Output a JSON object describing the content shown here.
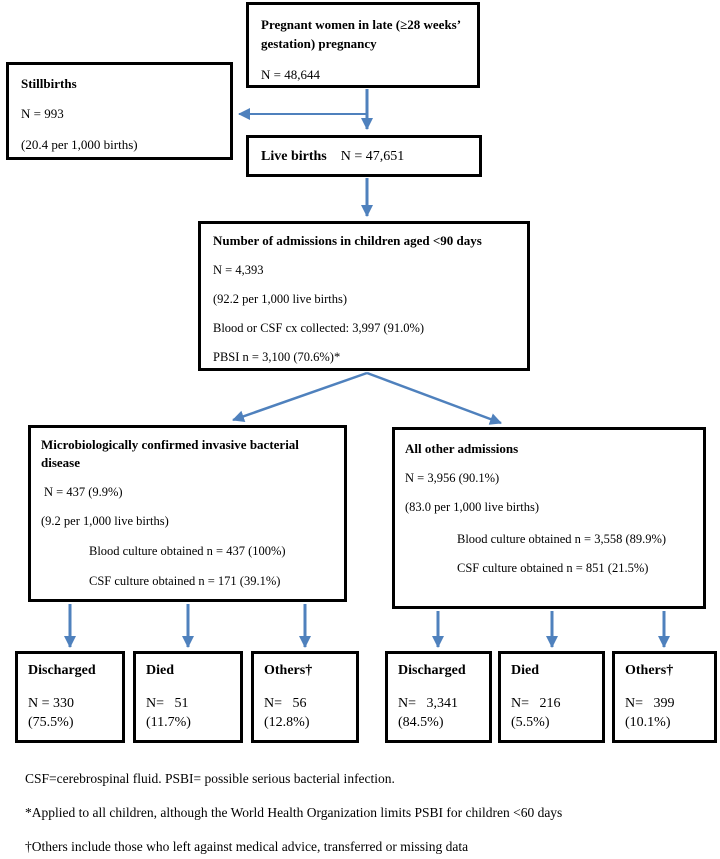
{
  "colors": {
    "arrow": "#4f81bd",
    "box_border": "#000000",
    "text": "#000000",
    "background": "#ffffff"
  },
  "boxes": {
    "pregnant": {
      "title": "Pregnant women in late (≥28 weeks’ gestation) pregnancy",
      "n": "N = 48,644"
    },
    "stillbirths": {
      "title": "Stillbirths",
      "n": "N = 993",
      "rate": "(20.4 per 1,000 births)"
    },
    "live_births": {
      "label": "Live births",
      "n": "N = 47,651"
    },
    "admissions": {
      "title": "Number of admissions in children aged <90 days",
      "n": "N = 4,393",
      "rate": "(92.2 per 1,000 live births)",
      "cultures": "Blood or CSF cx collected: 3,997 (91.0%)",
      "pbsi": "PBSI n = 3,100 (70.6%)*"
    },
    "confirmed": {
      "title": "Microbiologically confirmed invasive bacterial disease",
      "n": "N = 437 (9.9%)",
      "rate": "(9.2 per 1,000 live births)",
      "blood": "Blood culture obtained n = 437 (100%)",
      "csf": "CSF culture obtained n = 171 (39.1%)"
    },
    "other_admissions": {
      "title": "All other admissions",
      "n": "N = 3,956 (90.1%)",
      "rate": "(83.0 per 1,000 live births)",
      "blood": "Blood culture obtained n = 3,558 (89.9%)",
      "csf": "CSF culture obtained n = 851 (21.5%)"
    }
  },
  "outcomes": {
    "confirmed": [
      {
        "label": "Discharged",
        "n": "N = 330",
        "pct": "(75.5%)"
      },
      {
        "label": "Died",
        "n": "N=   51",
        "pct": "(11.7%)"
      },
      {
        "label": "Others†",
        "n": "N=   56",
        "pct": "(12.8%)"
      }
    ],
    "other": [
      {
        "label": "Discharged",
        "n": "N=   3,341",
        "pct": "(84.5%)"
      },
      {
        "label": "Died",
        "n": "N=   216",
        "pct": "(5.5%)"
      },
      {
        "label": "Others†",
        "n": "N=   399",
        "pct": "(10.1%)"
      }
    ]
  },
  "footnotes": [
    "CSF=cerebrospinal fluid. PSBI= possible serious bacterial infection.",
    "*Applied to all children, although the World Health Organization limits PSBI for children <60 days",
    "†Others include those who left against medical advice, transferred or missing data"
  ]
}
